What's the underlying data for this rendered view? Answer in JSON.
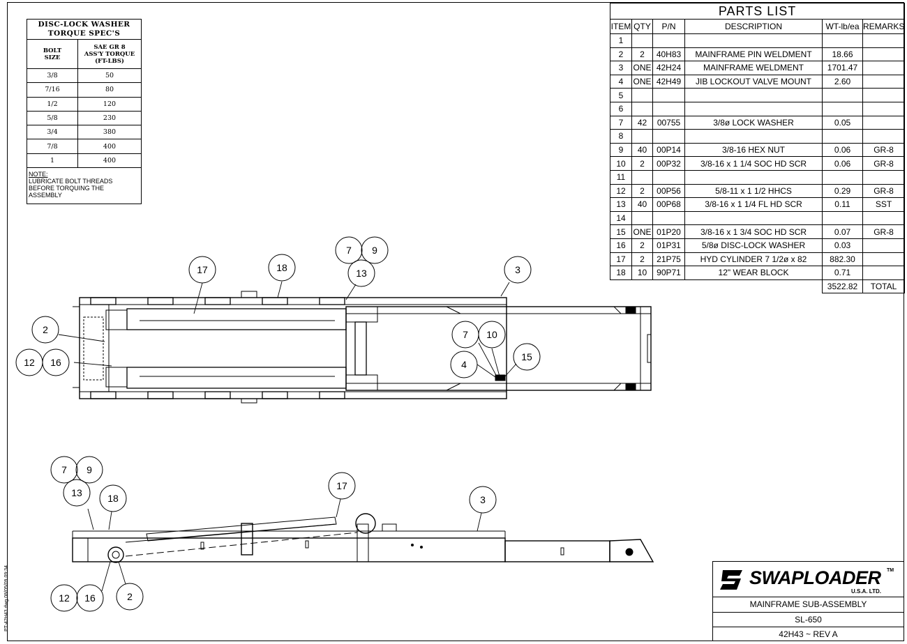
{
  "side_note": "PT-42H43.dwg 08/05/09 09:34",
  "torque_table": {
    "title_line1": "DISC-LOCK WASHER",
    "title_line2": "TORQUE SPEC'S",
    "header_bolt_line1": "BOLT",
    "header_bolt_line2": "SIZE",
    "header_torque_line1": "SAE GR 8",
    "header_torque_line2": "ASS'Y TORQUE",
    "header_torque_line3": "(FT-LBS)",
    "rows": [
      {
        "size": "3/8",
        "torque": "50"
      },
      {
        "size": "7/16",
        "torque": "80"
      },
      {
        "size": "1/2",
        "torque": "120"
      },
      {
        "size": "5/8",
        "torque": "230"
      },
      {
        "size": "3/4",
        "torque": "380"
      },
      {
        "size": "7/8",
        "torque": "400"
      },
      {
        "size": "1",
        "torque": "400"
      }
    ],
    "note_label": "NOTE:",
    "note_text_1": "LUBRICATE BOLT THREADS",
    "note_text_2": "BEFORE TORQUING THE",
    "note_text_3": "ASSEMBLY"
  },
  "parts_list": {
    "title": "PARTS LIST",
    "headers": [
      "ITEM",
      "QTY",
      "P/N",
      "DESCRIPTION",
      "WT-lb/ea",
      "REMARKS"
    ],
    "rows": [
      [
        "1",
        "",
        "",
        "",
        "",
        ""
      ],
      [
        "2",
        "2",
        "40H83",
        "MAINFRAME PIN WELDMENT",
        "18.66",
        ""
      ],
      [
        "3",
        "ONE",
        "42H24",
        "MAINFRAME WELDMENT",
        "1701.47",
        ""
      ],
      [
        "4",
        "ONE",
        "42H49",
        "JIB LOCKOUT VALVE MOUNT",
        "2.60",
        ""
      ],
      [
        "5",
        "",
        "",
        "",
        "",
        ""
      ],
      [
        "6",
        "",
        "",
        "",
        "",
        ""
      ],
      [
        "7",
        "42",
        "00755",
        "3/8ø LOCK WASHER",
        "0.05",
        ""
      ],
      [
        "8",
        "",
        "",
        "",
        "",
        ""
      ],
      [
        "9",
        "40",
        "00P14",
        "3/8-16 HEX NUT",
        "0.06",
        "GR-8"
      ],
      [
        "10",
        "2",
        "00P32",
        "3/8-16 x 1 1/4 SOC HD SCR",
        "0.06",
        "GR-8"
      ],
      [
        "11",
        "",
        "",
        "",
        "",
        ""
      ],
      [
        "12",
        "2",
        "00P56",
        "5/8-11 x 1 1/2 HHCS",
        "0.29",
        "GR-8"
      ],
      [
        "13",
        "40",
        "00P68",
        "3/8-16 x 1 1/4 FL HD SCR",
        "0.11",
        "SST"
      ],
      [
        "14",
        "",
        "",
        "",
        "",
        ""
      ],
      [
        "15",
        "ONE",
        "01P20",
        "3/8-16 x 1 3/4 SOC HD SCR",
        "0.07",
        "GR-8"
      ],
      [
        "16",
        "2",
        "01P31",
        "5/8ø DISC-LOCK WASHER",
        "0.03",
        ""
      ],
      [
        "17",
        "2",
        "21P75",
        "HYD CYLINDER 7 1/2ø x 82",
        "882.30",
        ""
      ],
      [
        "18",
        "10",
        "90P71",
        "12\" WEAR BLOCK",
        "0.71",
        ""
      ]
    ],
    "total_weight": "3522.82",
    "total_label": "TOTAL"
  },
  "title_block": {
    "brand": "SWAPLOADER",
    "trademark": "TM",
    "brand_sub": "U.S.A.   LTD.",
    "drawing_title": "MAINFRAME SUB-ASSEMBLY",
    "model": "SL-650",
    "drawing_number": "42H43 ~ REV A"
  },
  "balloons_top": [
    "17",
    "18",
    "7",
    "9",
    "13",
    "3",
    "2",
    "12",
    "16",
    "7",
    "10",
    "4",
    "15"
  ],
  "balloons_side": [
    "7",
    "9",
    "13",
    "18",
    "17",
    "3",
    "12",
    "16",
    "2"
  ]
}
